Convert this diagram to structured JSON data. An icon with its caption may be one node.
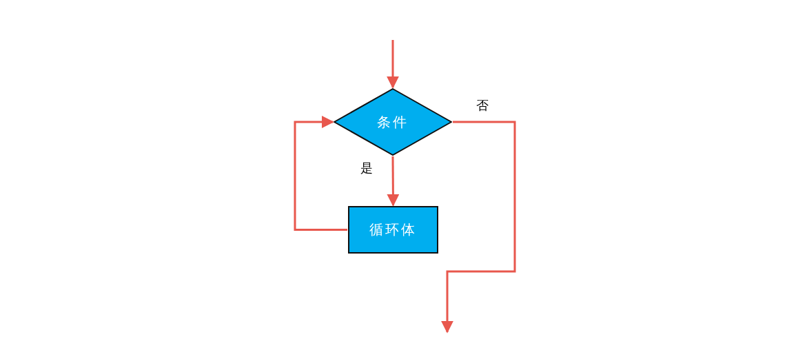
{
  "diagram": {
    "nodes": [
      {
        "text": [
          "条件"
        ]
      },
      {
        "text": [
          "循环体"
        ]
      }
    ],
    "edges": [
      {
        "from": null,
        "to": 0,
        "arrow": "to"
      },
      {
        "from": 0,
        "to": 1,
        "arrow": "to",
        "label": "是"
      },
      {
        "from": 1,
        "to": 0,
        "arrow": "to"
      },
      {
        "from": 0,
        "to": null,
        "arrow": "to",
        "label": "否"
      }
    ]
  }
}
